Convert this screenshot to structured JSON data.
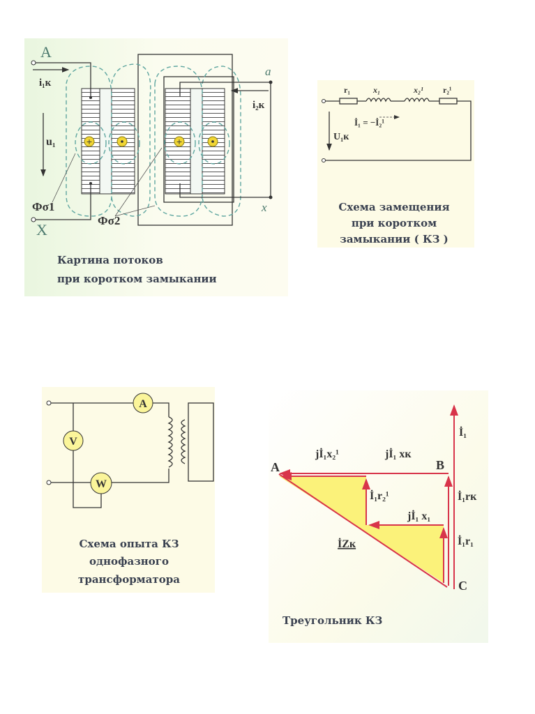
{
  "panel_flux": {
    "caption_line1": "Картина потоков",
    "caption_line2": "при коротком замыкании",
    "label_A": "A",
    "label_X": "X",
    "label_a": "a",
    "label_x": "x",
    "label_i1k": "i₁к",
    "label_i2k": "i₂к",
    "label_u1": "u₁",
    "label_phi1": "Фσ1",
    "label_phi2": "Фσ2"
  },
  "panel_equiv": {
    "caption_line1": "Схема замещения",
    "caption_line2": "при коротком",
    "caption_line3": "замыкании ( КЗ )",
    "label_r1": "r₁",
    "label_x1": "x₁",
    "label_x2": "x₂¹",
    "label_r2": "r₂¹",
    "label_current": "İ₁ = −İ₂¹",
    "label_u1k": "U₁к"
  },
  "panel_test": {
    "caption_line1": "Схема опыта КЗ",
    "caption_line2": "однофазного",
    "caption_line3": "трансформатора",
    "ammeter": "A",
    "voltmeter": "V",
    "wattmeter": "W"
  },
  "panel_triangle": {
    "caption": "Треугольник КЗ",
    "point_A": "A",
    "point_B": "B",
    "point_C": "C",
    "label_I1": "İ₁",
    "label_jI1x2": "jİ₁x₂¹",
    "label_jI1xk": "jİ₁ xк",
    "label_I1r2": "İ₁r₂¹",
    "label_jI1x1": "jİ₁ x₁",
    "label_I1rk": "İ₁rк",
    "label_I1r1": "İ₁r₁",
    "label_IZk": "İZк"
  },
  "colors": {
    "red": "#d8344a",
    "yellow": "#fbf27a",
    "flux": "#5fa6a0",
    "panel_bg": "#fdfbe6"
  }
}
